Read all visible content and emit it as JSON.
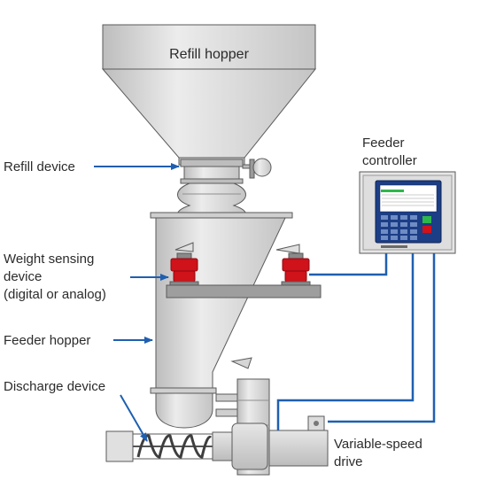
{
  "labels": {
    "refill_hopper": "Refill hopper",
    "refill_device": "Refill device",
    "feeder_controller_line1": "Feeder",
    "feeder_controller_line2": "controller",
    "weight_sensing_line1": "Weight sensing",
    "weight_sensing_line2": "device",
    "weight_sensing_line3": "(digital or analog)",
    "feeder_hopper": "Feeder hopper",
    "discharge_device": "Discharge device",
    "variable_speed_line1": "Variable-speed",
    "variable_speed_line2": "drive"
  },
  "colors": {
    "arrow": "#1f5fb0",
    "cable": "#1f5fb0",
    "sensor": "#d0121b",
    "metal": "#d6d6d6",
    "outline": "#5a5a5a",
    "screen": "#1c3e86",
    "screen_green": "#2db84b"
  }
}
